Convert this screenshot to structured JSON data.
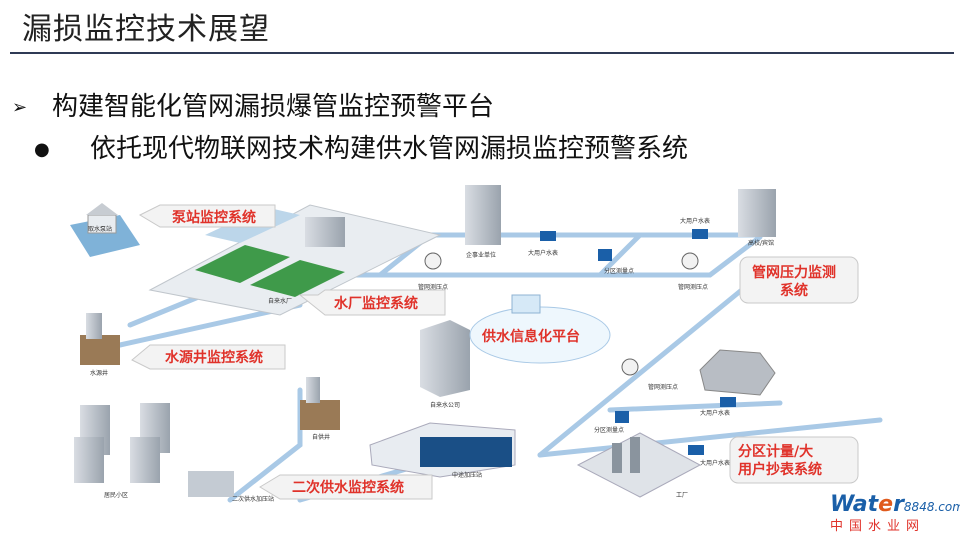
{
  "title": "漏损监控技术展望",
  "bullet1": {
    "marker": "➢",
    "text": "构建智能化管网漏损爆管监控预警平台"
  },
  "bullet2": {
    "marker": "●",
    "text": "依托现代物联网技术构建供水管网漏损监控预警系统"
  },
  "callouts": {
    "pump": "泵站监控系统",
    "plant": "水厂监控系统",
    "well": "水源井监控系统",
    "secondary": "二次供水监控系统",
    "pressure_1": "管网压力监测",
    "pressure_2": "系统",
    "platform": "供水信息化平台",
    "meter_1": "分区计量/大",
    "meter_2": "用户抄表系统"
  },
  "labels": {
    "pump_station": "取水泵站",
    "water_plant": "自来水厂",
    "source_well": "水源井",
    "enterprise": "企事业单位",
    "big_meter_1": "大用户水表",
    "zone_point_1": "分区测量点",
    "big_meter_2": "大用户水表",
    "school": "高校/宾馆",
    "pressure_pt_1": "管网测压点",
    "pressure_pt_2": "管网测压点",
    "company": "自来水公司",
    "pressure_pt_3": "管网测压点",
    "big_meter_3": "大用户水表",
    "zone_point_2": "分区测量点",
    "big_meter_4": "大用户水表",
    "factory": "工厂",
    "deep_well": "自供井",
    "booster": "中途加压站",
    "residential": "居民小区",
    "secondary_station": "二次供水加压站"
  },
  "logo": {
    "brand_a": "Wat",
    "brand_o": "e",
    "brand_b": "r",
    "brand_num": "8848",
    "brand_suffix": ".com",
    "cn": "中国水业网"
  },
  "colors": {
    "pipe": "#a9c9e6",
    "callout": "#e0322a",
    "rule": "#2f3a55",
    "logo_blue": "#1a5fa8"
  }
}
